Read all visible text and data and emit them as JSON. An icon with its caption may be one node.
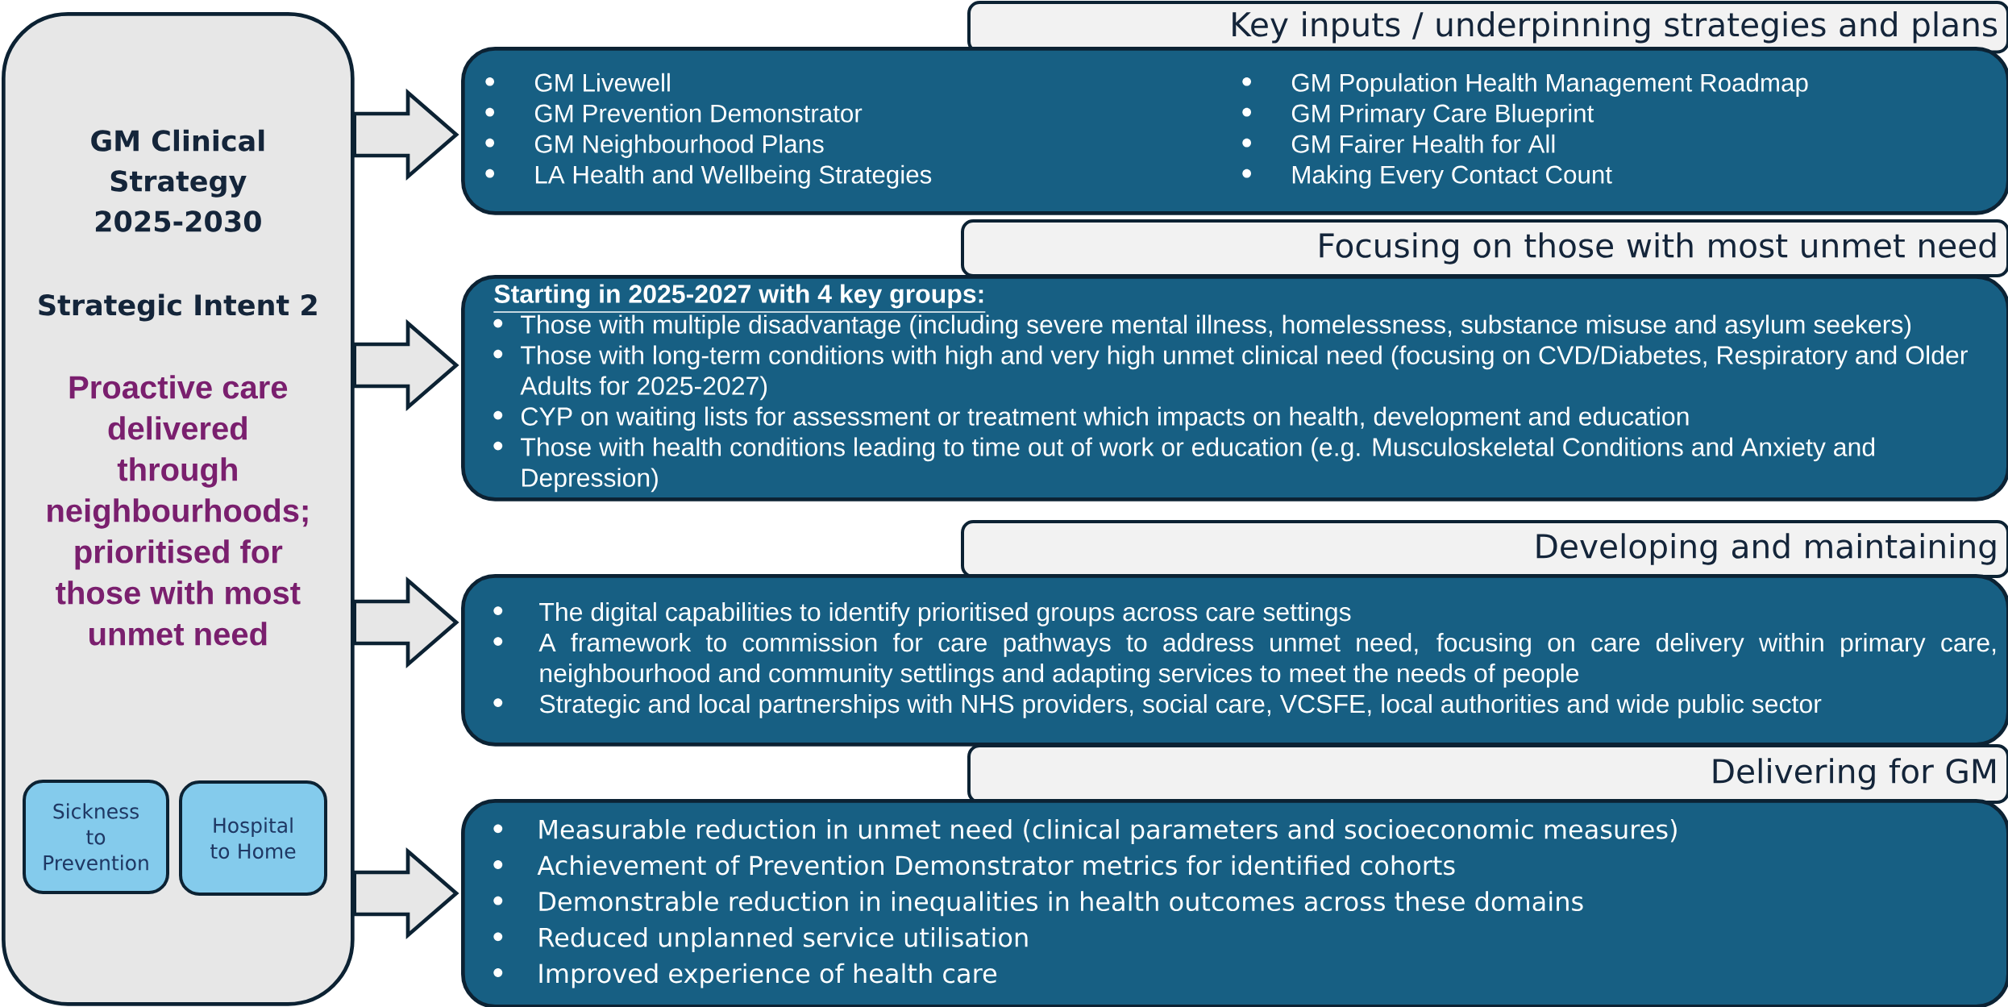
{
  "diagram": {
    "nodes": [
      {
        "text": [
          "GM Clinical Strategy 2025-2030",
          "Strategic Intent 2",
          "Proactive care delivered through neighbourhoods; prioritised for those with most unmet need"
        ]
      },
      {
        "text": [
          "Sickness to Prevention"
        ],
        "in": 0
      },
      {
        "text": [
          "Hospital to Home"
        ],
        "in": 0
      },
      {
        "text": [
          "Key inputs / underpinning strategies and plans"
        ]
      },
      {
        "text": [
          "GM Livewell",
          "GM Prevention Demonstrator",
          "GM Neighbourhood Plans",
          "LA Health and Wellbeing Strategies",
          "GM Population Health Management Roadmap",
          "GM Primary Care Blueprint",
          "GM Fairer Health for All",
          "Making Every Contact Count"
        ]
      },
      {
        "text": [
          "Focusing on those with most unmet need"
        ]
      },
      {
        "text": [
          "Starting in 2025-2027 with 4 key groups:",
          "Those with multiple disadvantage (including severe mental illness, homelessness, substance misuse and asylum seekers)",
          "Those with long-term conditions with high and very high unmet clinical need (focusing on CVD/Diabetes, Respiratory and Older Adults for 2025-2027)",
          "CYP on waiting lists for assessment or treatment which impacts on health, development and education",
          "Those with health conditions leading to time out of work or education (e.g. Musculoskeletal Conditions and Anxiety and Depression)"
        ]
      },
      {
        "text": [
          "Developing and maintaining"
        ]
      },
      {
        "text": [
          "The digital capabilities to identify prioritised groups across care settings",
          "A framework to commission for care pathways to address unmet need, focusing on care delivery within primary care, neighbourhood and community settlings and adapting services to meet the needs of people",
          "Strategic and local partnerships with NHS providers, social care, VCSFE, local authorities and wide public sector"
        ]
      },
      {
        "text": [
          "Delivering for GM"
        ]
      },
      {
        "text": [
          "Measurable reduction in unmet need (clinical parameters and socioeconomic measures)",
          "Achievement of Prevention Demonstrator metrics for identified cohorts",
          "Demonstrable reduction in inequalities in health outcomes across these domains",
          "Reduced unplanned service utilisation",
          "Improved experience of health care"
        ]
      }
    ],
    "edges": [
      {
        "from": 0,
        "to": 4,
        "arrow": "to"
      },
      {
        "from": 0,
        "to": 6,
        "arrow": "to"
      },
      {
        "from": 0,
        "to": 8,
        "arrow": "to"
      },
      {
        "from": 0,
        "to": 10,
        "arrow": "to"
      }
    ]
  }
}
